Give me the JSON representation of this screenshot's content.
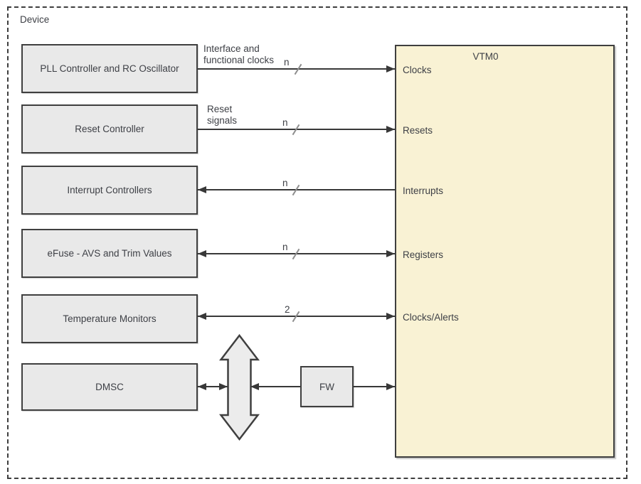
{
  "device": {
    "label": "Device"
  },
  "blocks": {
    "pll": "PLL Controller and RC Oscillator",
    "reset": "Reset Controller",
    "interrupt": "Interrupt Controllers",
    "efuse": "eFuse - AVS and Trim Values",
    "temp": "Temperature Monitors",
    "dmsc": "DMSC",
    "fw": "FW"
  },
  "vtm": {
    "title": "VTM0",
    "ports": {
      "clocks": "Clocks",
      "resets": "Resets",
      "interrupts": "Interrupts",
      "registers": "Registers",
      "clocks_alerts": "Clocks/Alerts"
    }
  },
  "wires": {
    "clocks": {
      "label_line1": "Interface and",
      "label_line2": "functional clocks",
      "width": "n",
      "direction": "to-vtm"
    },
    "resets": {
      "label_line1": "Reset",
      "label_line2": "signals",
      "width": "n",
      "direction": "to-vtm"
    },
    "interrupts": {
      "width": "n",
      "direction": "from-vtm"
    },
    "registers": {
      "width": "n",
      "direction": "bidirectional"
    },
    "clocks_alerts": {
      "width": "2",
      "direction": "bidirectional"
    },
    "dmsc_bus": {
      "direction": "bidirectional"
    },
    "fw_path": {
      "direction": "bidirectional"
    }
  },
  "colors": {
    "block_fill": "#e9e9e9",
    "block_border": "#3f3f3f",
    "vtm_fill": "#f9f2d4",
    "line": "#383838",
    "slash": "#8f8f8f",
    "text": "#3e4046",
    "background": "#ffffff"
  }
}
